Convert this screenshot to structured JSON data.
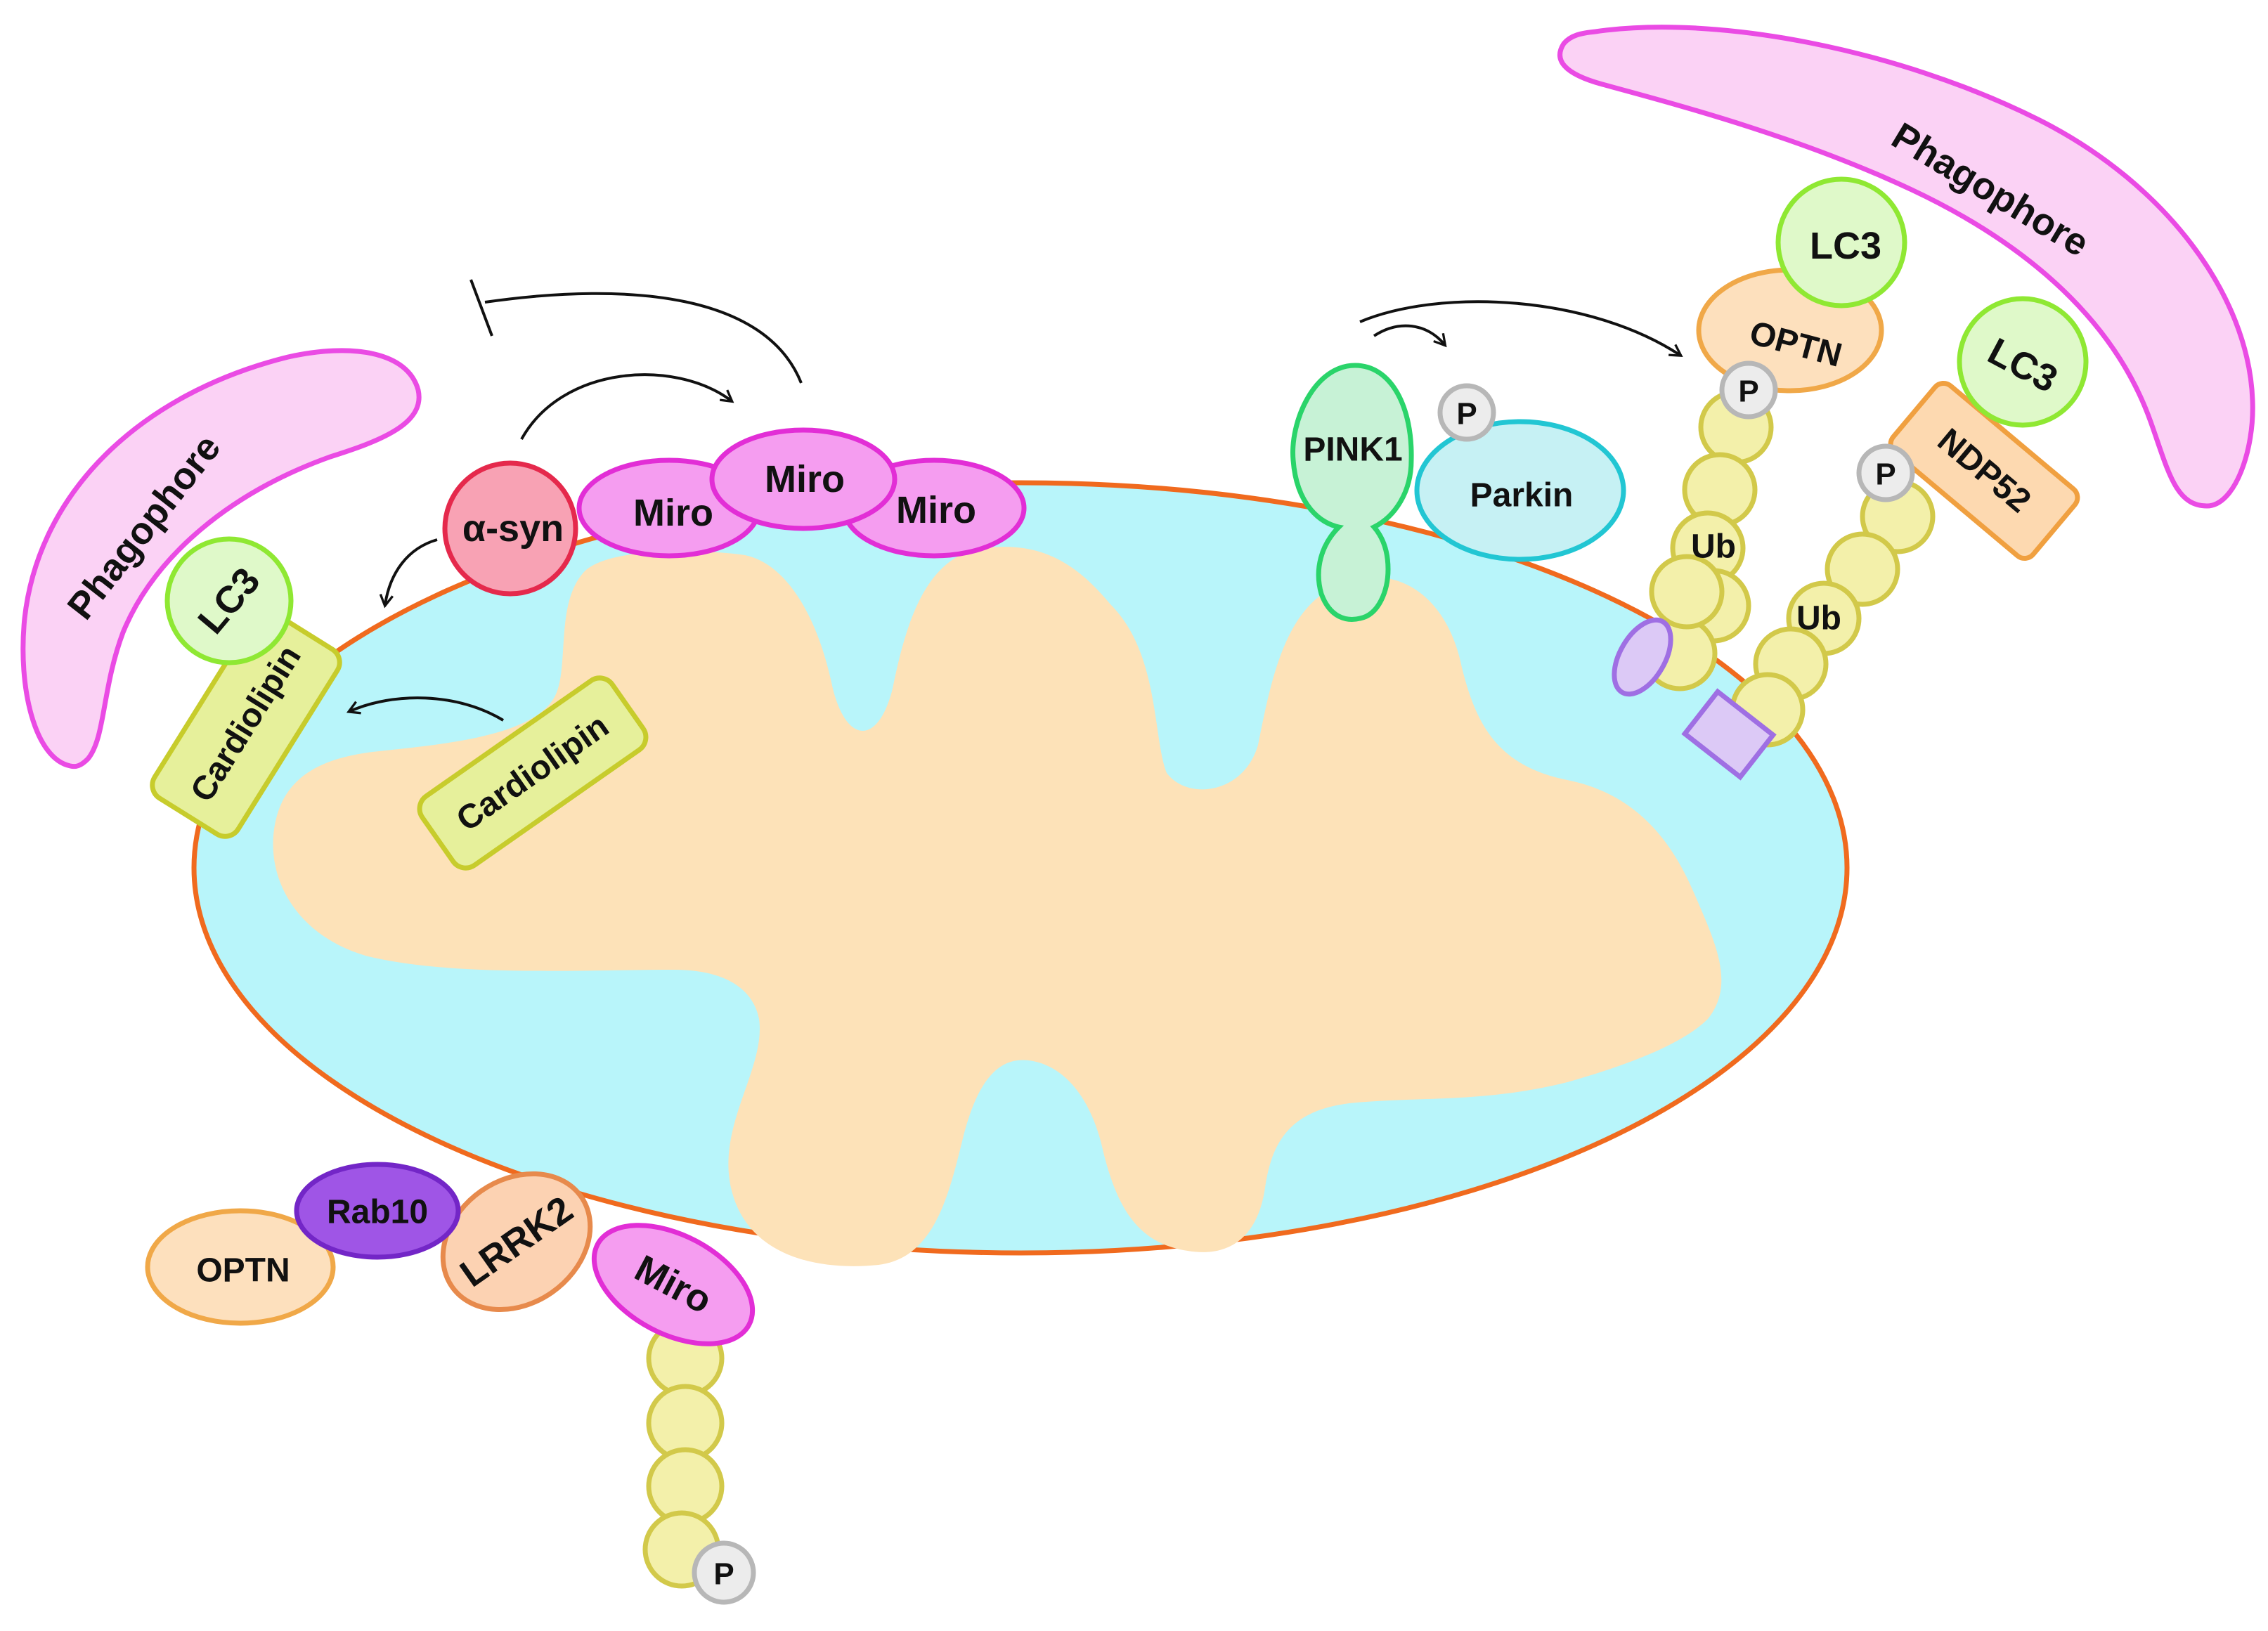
{
  "colors": {
    "outer_membrane": "#f06a1e",
    "intermembrane": "#b8f5fa",
    "matrix": "#fde2b8",
    "phagophore_fill": "#fbd2f5",
    "phagophore_edge": "#ea4be4",
    "lc3_fill": "#dff9c9",
    "lc3_edge": "#8fe833",
    "cardiolipin_fill": "#e6f09b",
    "cardiolipin_edge": "#c7cc2c",
    "miro_fill": "#f59df0",
    "miro_edge": "#e22ed6",
    "asyn_fill": "#f8a2b4",
    "asyn_edge": "#e5294c",
    "pink1_fill": "#c7f2d6",
    "pink1_edge": "#2ad46a",
    "parkin_fill": "#c6f1f4",
    "parkin_edge": "#22c6d3",
    "optn_fill": "#fde0bd",
    "optn_edge": "#f0a848",
    "ub_fill": "#f3f0aa",
    "ub_edge": "#d2c94a",
    "p_fill": "#ececec",
    "p_edge": "#b7b7b7",
    "ndp52_fill": "#fdd9b0",
    "ndp52_edge": "#f0a040",
    "rab10_fill": "#9f55e6",
    "rab10_edge": "#7326c7",
    "lrrk2_fill": "#fcd2b2",
    "lrrk2_edge": "#e78a4c",
    "receptor_fill": "#dcc9f6",
    "receptor_edge": "#9f6fe3"
  },
  "labels": {
    "phagophore_left": "Phagophore",
    "phagophore_right": "Phagophore",
    "lc3_left": "LC3",
    "lc3_optn": "LC3",
    "lc3_ndp52": "LC3",
    "cardiolipin_outer": "Cardiolipin",
    "cardiolipin_inner": "Cardiolipin",
    "asyn": "α-syn",
    "miro_left": "Miro",
    "miro_center": "Miro",
    "miro_right": "Miro",
    "miro_bottom": "Miro",
    "pink1": "PINK1",
    "parkin": "Parkin",
    "parkin_p": "P",
    "optn_top": "OPTN",
    "optn_top_p": "P",
    "ub_optn": "Ub",
    "ndp52": "NDP52",
    "ndp52_p": "P",
    "ub_ndp52": "Ub",
    "rab10": "Rab10",
    "optn_bottom": "OPTN",
    "lrrk2": "LRRK2",
    "ub_bottom_p": "P"
  },
  "icons": {
    "arrow_head": "arrow-head-icon",
    "inhibition_bar": "inhibition-bar-icon"
  }
}
